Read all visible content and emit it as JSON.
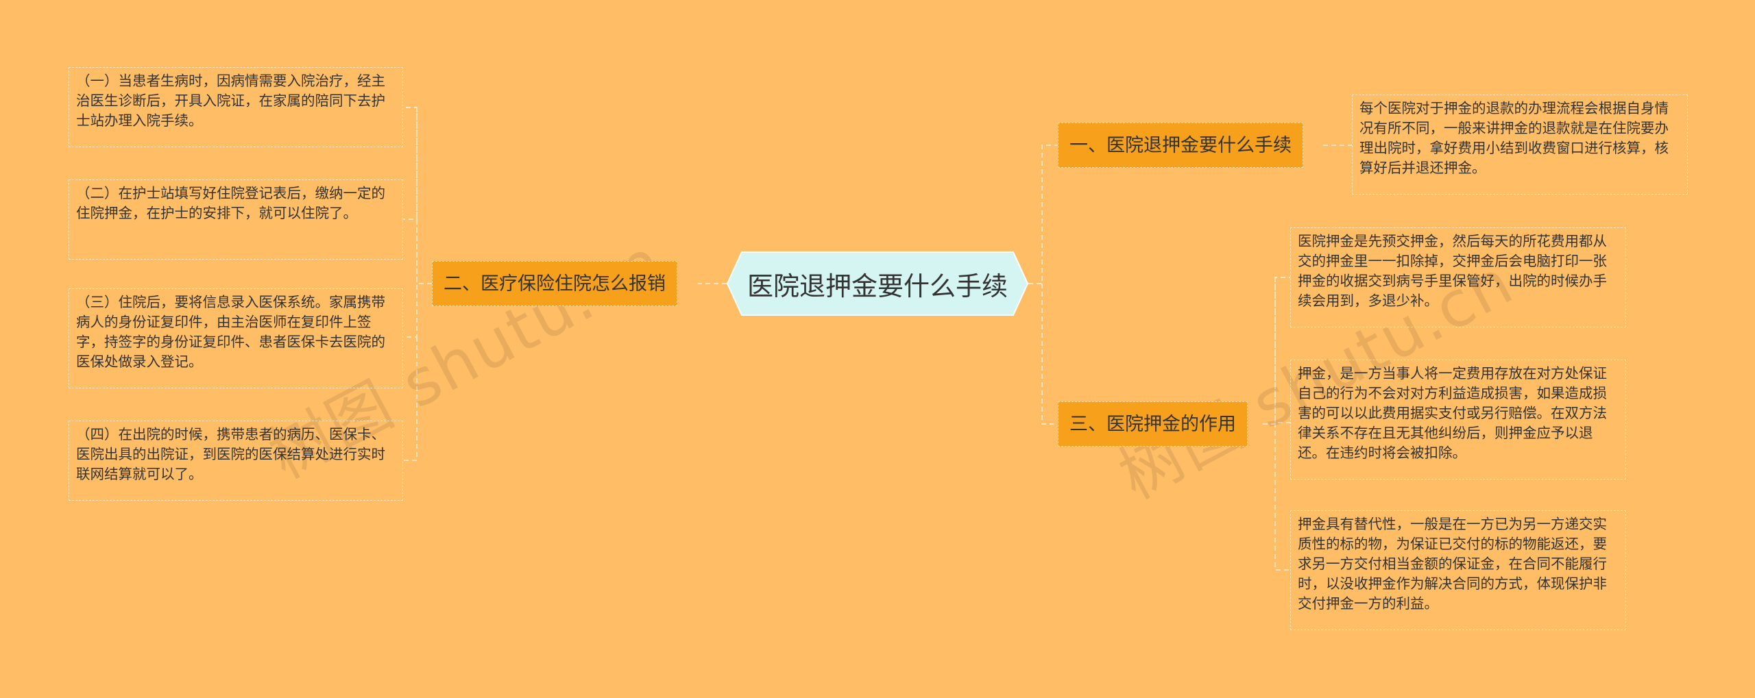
{
  "center": {
    "title": "医院退押金要什么手续"
  },
  "branches": [
    {
      "label": "一、医院退押金要什么手续",
      "leaves": [
        "每个医院对于押金的退款的办理流程会根据自身情况有所不同，一般来讲押金的退款就是在住院要办理出院时，拿好费用小结到收费窗口进行核算，核算好后并退还押金。"
      ]
    },
    {
      "label": "二、医疗保险住院怎么报销",
      "leaves": [
        "（一）当患者生病时，因病情需要入院治疗，经主治医生诊断后，开具入院证，在家属的陪同下去护士站办理入院手续。",
        "（二）在护士站填写好住院登记表后，缴纳一定的住院押金，在护士的安排下，就可以住院了。",
        "（三）住院后，要将信息录入医保系统。家属携带病人的身份证复印件，由主治医师在复印件上签字，持签字的身份证复印件、患者医保卡去医院的医保处做录入登记。",
        "（四）在出院的时候，携带患者的病历、医保卡、医院出具的出院证，到医院的医保结算处进行实时联网结算就可以了。"
      ]
    },
    {
      "label": "三、医院押金的作用",
      "leaves": [
        "医院押金是先预交押金，然后每天的所花费用都从交的押金里一一扣除掉，交押金后会电脑打印一张押金的收据交到病号手里保管好，出院的时候办手续会用到，多退少补。",
        "押金，是一方当事人将一定费用存放在对方处保证自己的行为不会对对方利益造成损害，如果造成损害的可以以此费用据实支付或另行赔偿。在双方法律关系不存在且无其他纠纷后，则押金应予以退还。在违约时将会被扣除。",
        "押金具有替代性，一般是在一方已为另一方递交实质性的标的物，为保证已交付的标的物能返还，要求另一方交付相当金额的保证金，在合同不能履行时，以没收押金作为解决合同的方式，体现保护非交付押金一方的利益。"
      ]
    }
  ],
  "watermarks": [
    "树图 shutu.cn",
    "树图 shutu.cn"
  ],
  "colors": {
    "background": "#FFBE66",
    "branch": "#F7A01B",
    "center": "#D4F5F2",
    "connector": "#FFE6BE"
  }
}
